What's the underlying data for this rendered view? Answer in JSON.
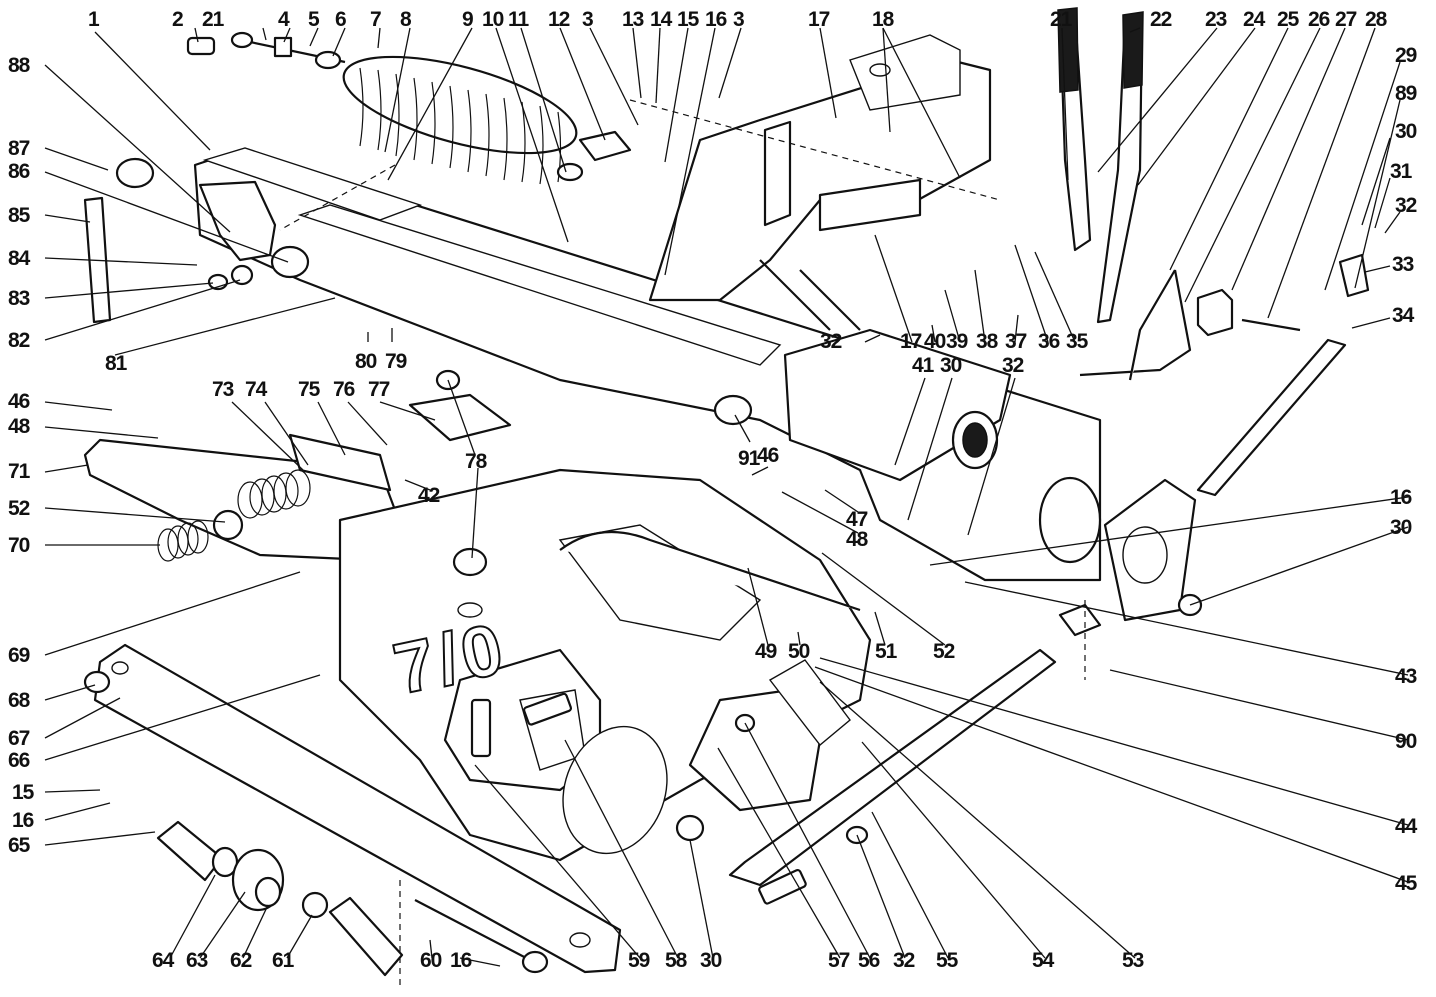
{
  "diagram": {
    "callouts": [
      "1",
      "2",
      "21",
      "4",
      "5",
      "6",
      "7",
      "8",
      "9",
      "10",
      "11",
      "12",
      "3",
      "13",
      "14",
      "15",
      "16",
      "3",
      "17",
      "18",
      "21",
      "22",
      "23",
      "24",
      "25",
      "26",
      "27",
      "28",
      "29",
      "89",
      "30",
      "31",
      "32",
      "33",
      "34",
      "88",
      "87",
      "86",
      "85",
      "84",
      "83",
      "82",
      "81",
      "80",
      "79",
      "32",
      "17",
      "40",
      "39",
      "38",
      "37",
      "36",
      "35",
      "41",
      "30",
      "32",
      "46",
      "48",
      "71",
      "52",
      "70",
      "73",
      "74",
      "75",
      "76",
      "77",
      "78",
      "42",
      "91",
      "46",
      "47",
      "48",
      "16",
      "30",
      "69",
      "68",
      "67",
      "66",
      "15",
      "16",
      "65",
      "49",
      "50",
      "51",
      "52",
      "43",
      "90",
      "44",
      "45",
      "64",
      "63",
      "62",
      "61",
      "60",
      "16",
      "59",
      "58",
      "30",
      "57",
      "56",
      "32",
      "55",
      "54",
      "53"
    ],
    "stamp": "7/0"
  }
}
